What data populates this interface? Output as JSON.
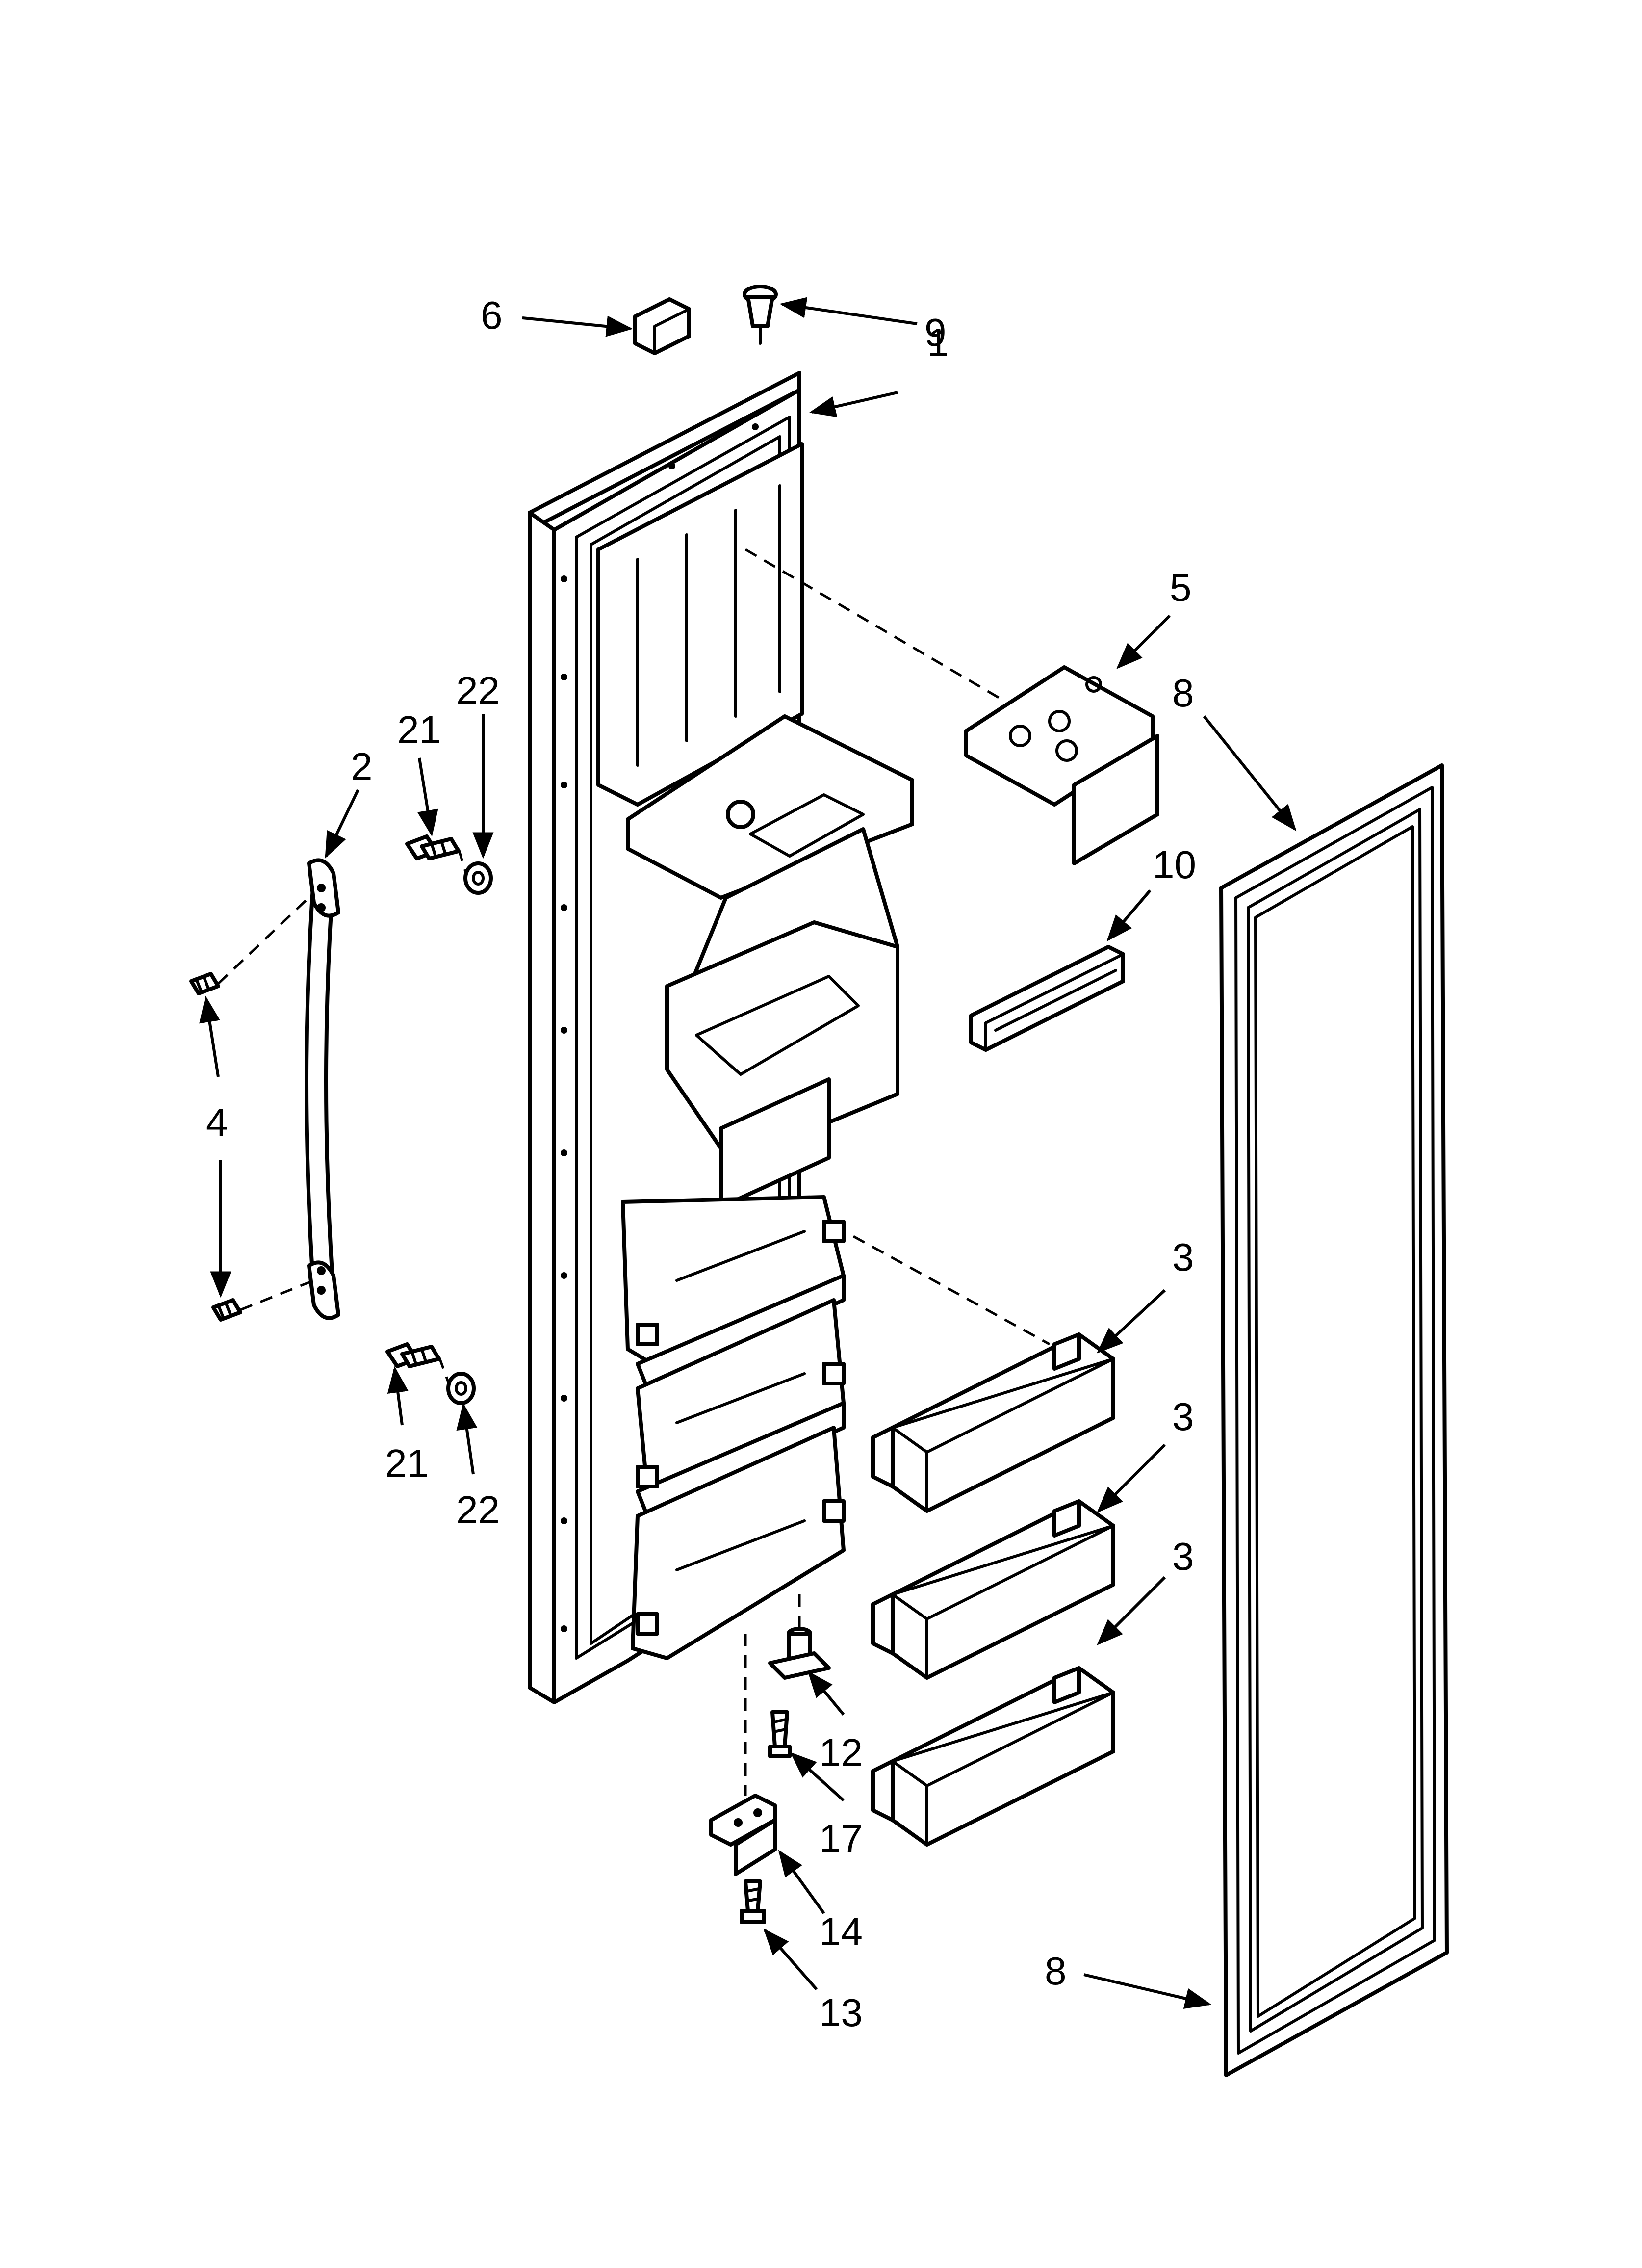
{
  "diagram": {
    "callouts": [
      {
        "id": "door",
        "label": "1"
      },
      {
        "id": "handle",
        "label": "2"
      },
      {
        "id": "bin-upper",
        "label": "3"
      },
      {
        "id": "bin-middle",
        "label": "3"
      },
      {
        "id": "bin-lower",
        "label": "3"
      },
      {
        "id": "handle-stud",
        "label": "4"
      },
      {
        "id": "hinge-cover-plate",
        "label": "5"
      },
      {
        "id": "top-block",
        "label": "6"
      },
      {
        "id": "gasket-top",
        "label": "8"
      },
      {
        "id": "gasket-bottom",
        "label": "8"
      },
      {
        "id": "top-plug",
        "label": "9"
      },
      {
        "id": "channel",
        "label": "10"
      },
      {
        "id": "hinge-pin",
        "label": "12"
      },
      {
        "id": "hinge-screw",
        "label": "13"
      },
      {
        "id": "bottom-hinge",
        "label": "14"
      },
      {
        "id": "pin-screw",
        "label": "17"
      },
      {
        "id": "handle-screw-upper",
        "label": "21"
      },
      {
        "id": "handle-screw-lower",
        "label": "21"
      },
      {
        "id": "spacer-upper",
        "label": "22"
      },
      {
        "id": "spacer-lower",
        "label": "22"
      }
    ]
  }
}
